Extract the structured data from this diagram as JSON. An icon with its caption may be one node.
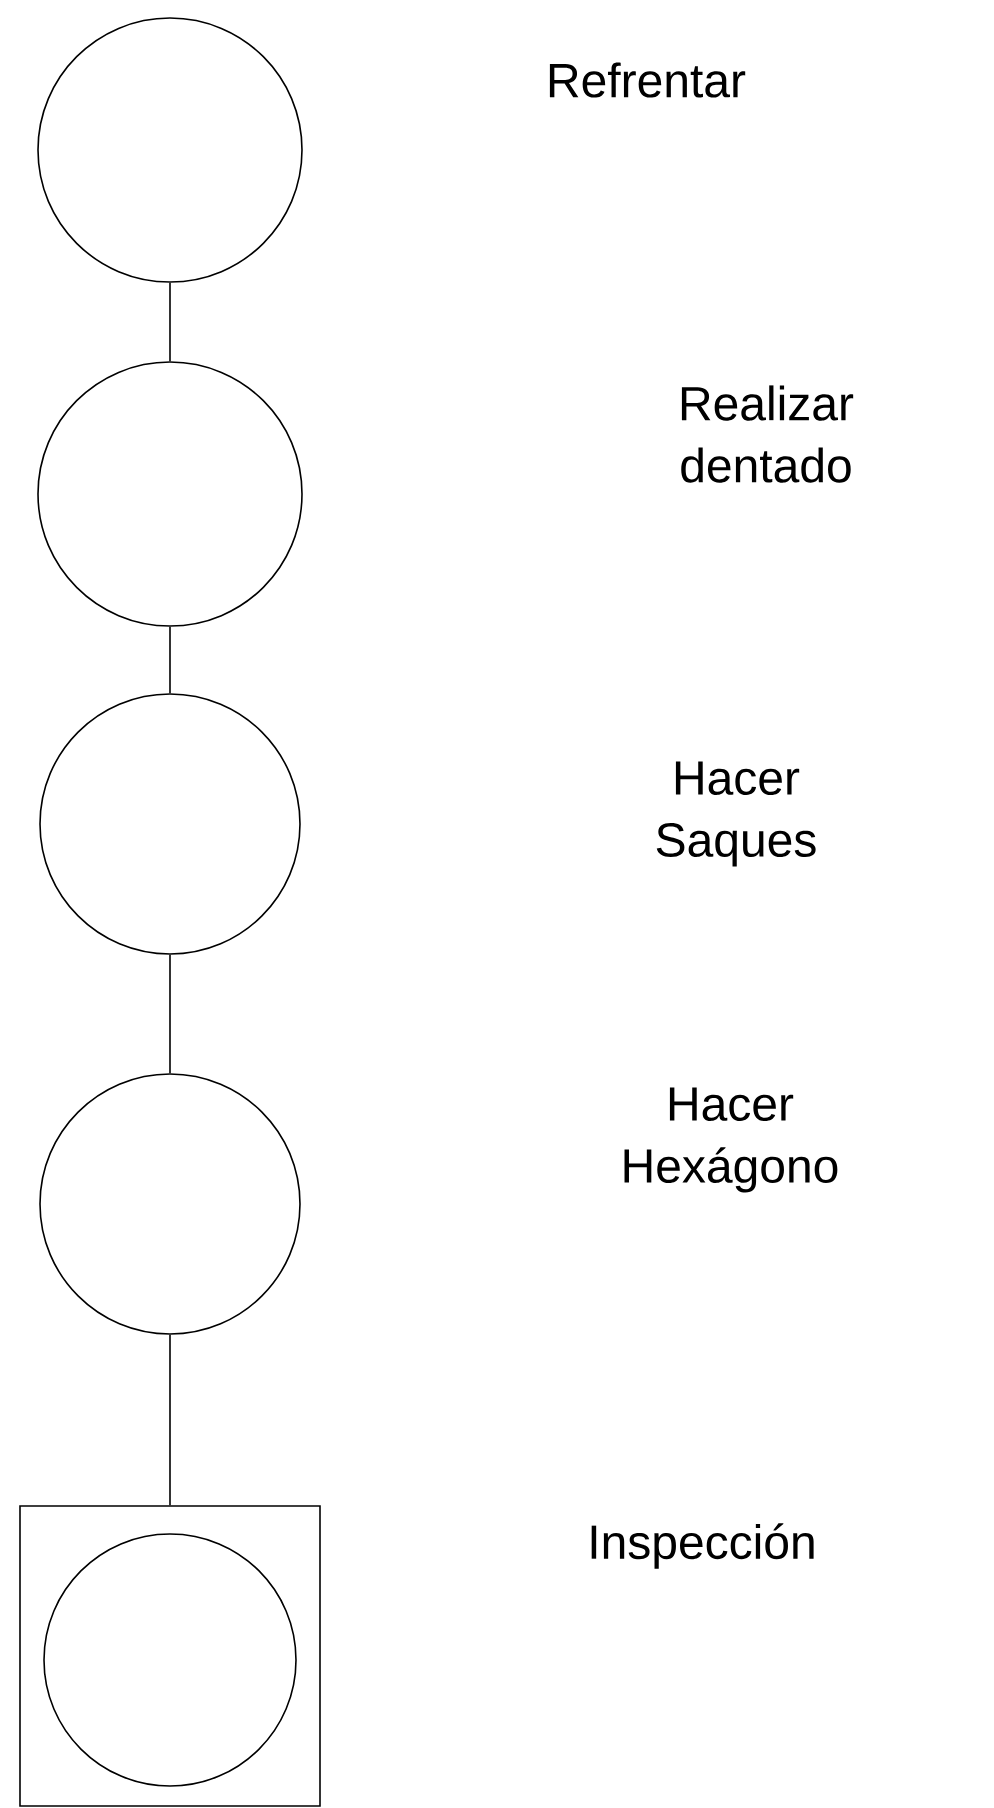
{
  "diagram": {
    "nodes": [
      {
        "text": [],
        "shape": "circle"
      },
      {
        "text": [],
        "shape": "circle"
      },
      {
        "text": [],
        "shape": "circle"
      },
      {
        "text": [],
        "shape": "circle"
      },
      {
        "text": [],
        "shape": "box"
      },
      {
        "text": [],
        "shape": "circle",
        "in": 4
      }
    ],
    "edges": [
      {
        "from": 0,
        "to": 1,
        "arrow": "none"
      },
      {
        "from": 1,
        "to": 2,
        "arrow": "none"
      },
      {
        "from": 2,
        "to": 3,
        "arrow": "none"
      },
      {
        "from": 3,
        "to": 4,
        "arrow": "none"
      }
    ],
    "labels": [
      "Refrentar",
      "Realizar dentado",
      "Hacer Saques",
      "Hacer Hexágono",
      "Inspección"
    ]
  }
}
